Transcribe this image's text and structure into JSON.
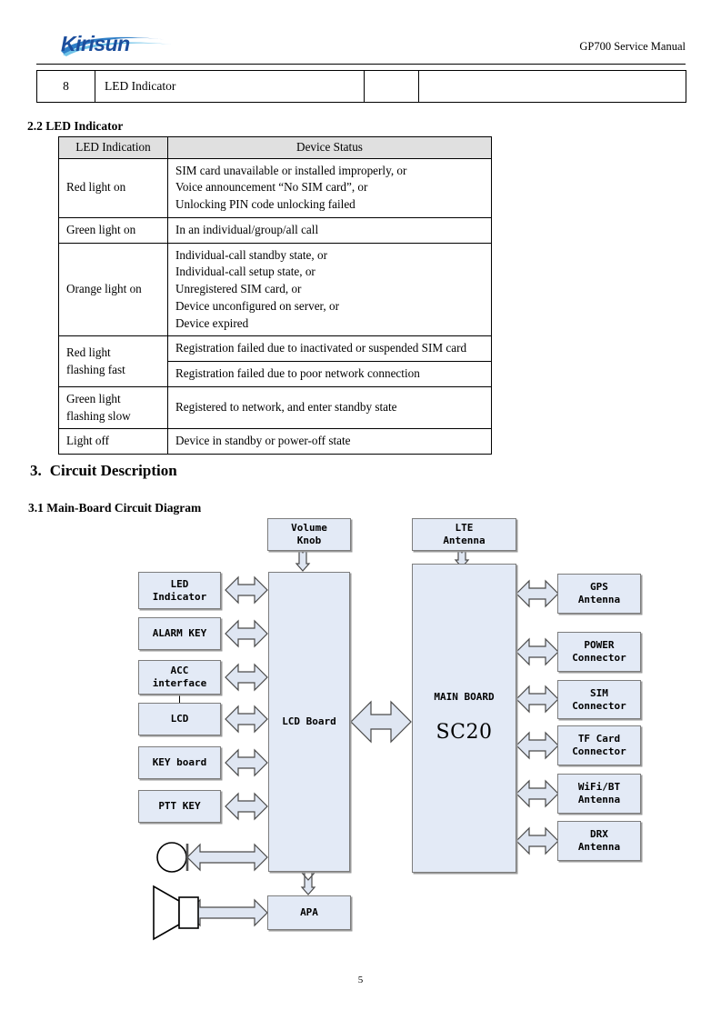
{
  "header": {
    "logo_text": "Kirisun",
    "logo_icon": "kirisun-swoosh-logo",
    "manual_title": "GP700 Service Manual"
  },
  "top_table": {
    "rows": [
      {
        "num": "8",
        "name": "LED Indicator",
        "qty": "",
        "rest": ""
      }
    ]
  },
  "section_22": {
    "heading": "2.2 LED Indicator",
    "table": {
      "headers": [
        "LED Indication",
        "Device Status"
      ],
      "rows": [
        {
          "indication": "Red light on",
          "status": "SIM card unavailable or installed improperly, or\nVoice announcement “No SIM card”, or\nUnlocking PIN code unlocking failed"
        },
        {
          "indication": "Green light on",
          "status": "In an individual/group/all call"
        },
        {
          "indication": "Orange light on",
          "status": "Individual-call standby state, or\nIndividual-call setup state, or\nUnregistered SIM card, or\nDevice unconfigured on server, or\nDevice expired"
        },
        {
          "indication": "Red light\nflashing fast",
          "status_1": "Registration failed due to inactivated or suspended SIM card",
          "status_2": "Registration failed due to poor network connection"
        },
        {
          "indication": "Green light\nflashing slow",
          "status": "Registered to network, and enter standby state"
        },
        {
          "indication": "Light off",
          "status": "Device in standby or power-off state"
        }
      ]
    }
  },
  "section_3": {
    "number": "3.",
    "heading": "Circuit Description",
    "sub_heading": "3.1 Main-Board Circuit Diagram"
  },
  "diagram": {
    "blocks": {
      "volume_knob": "Volume\nKnob",
      "lte_antenna": "LTE\nAntenna",
      "led_indicator": "LED\nIndicator",
      "alarm_key": "ALARM KEY",
      "acc_interface": "ACC\ninterface",
      "lcd": "LCD",
      "key_board": "KEY board",
      "ptt_key": "PTT KEY",
      "lcd_board": "LCD Board",
      "main_board": "MAIN BOARD",
      "main_board_chip": "SC20",
      "apa": "APA",
      "gps_antenna": "GPS\nAntenna",
      "power_connector": "POWER\nConnector",
      "sim_connector": "SIM\nConnector",
      "tf_card_connector": "TF Card\nConnector",
      "wifi_bt_antenna": "WiFi/BT\nAntenna",
      "drx_antenna": "DRX\nAntenna"
    },
    "icons": {
      "microphone": "microphone-icon",
      "speaker": "speaker-icon"
    },
    "colors": {
      "block_fill": "#e3eaf6",
      "block_border": "#7d7d7d",
      "arrow_fill": "#dfe6f2",
      "arrow_stroke": "#4a4a4a"
    }
  },
  "footer": {
    "page_number": "5"
  }
}
